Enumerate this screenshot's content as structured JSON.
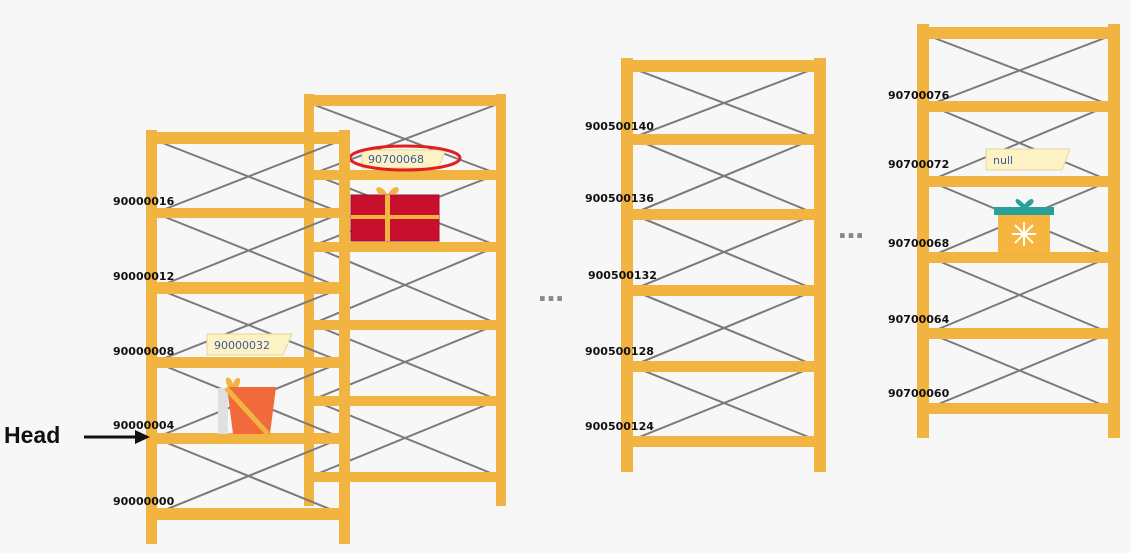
{
  "head_label": "Head",
  "ellipsis": "…",
  "shelf1_addresses": [
    "90000016",
    "90000012",
    "90000008",
    "90000004",
    "90000000"
  ],
  "shelf1_note": "90000032",
  "shelf2_note": "90700068",
  "shelf3_addresses": [
    "900500140",
    "900500136",
    "900500132",
    "900500128",
    "900500124"
  ],
  "shelf4_addresses": [
    "90700076",
    "90700072",
    "90700068",
    "90700064",
    "90700060"
  ],
  "shelf4_note": "null",
  "colors": {
    "frame": "#f2b441",
    "brace": "#7a7a7a",
    "highlight": "#e02020",
    "note_bg": "#fdf2c4"
  }
}
